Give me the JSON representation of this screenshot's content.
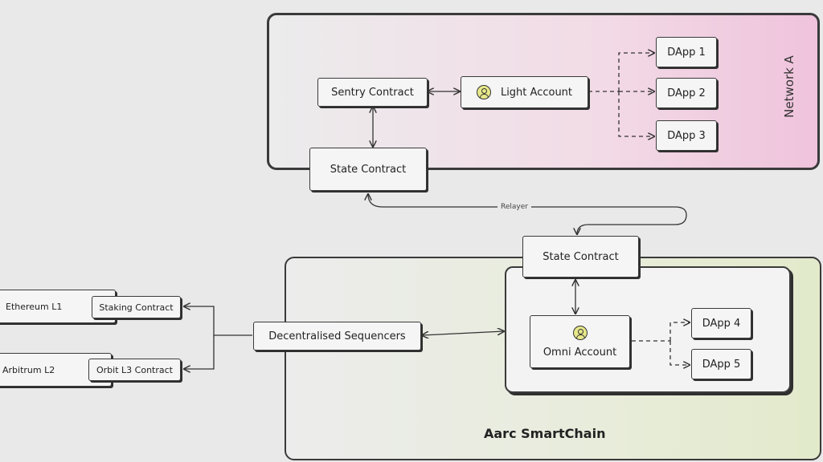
{
  "network_a": {
    "label": "Network A",
    "sentry_contract": "Sentry Contract",
    "light_account": "Light Account",
    "state_contract": "State Contract",
    "dapps": [
      "DApp 1",
      "DApp 2",
      "DApp 3"
    ]
  },
  "relayer": "Relayer",
  "smartchain": {
    "label": "Aarc SmartChain",
    "state_contract": "State Contract",
    "omni_account": "Omni Account",
    "dapps": [
      "DApp 4",
      "DApp 5"
    ],
    "sequencers": "Decentralised Sequencers"
  },
  "external": {
    "ethereum": {
      "chain": "Ethereum L1",
      "contract": "Staking Contract"
    },
    "arbitrum": {
      "chain": "Arbitrum L2",
      "contract": "Orbit L3 Contract"
    }
  },
  "colors": {
    "network_a_accent": "#efc3dc",
    "smartchain_accent": "#e2eacb",
    "user_icon": "#e7e88a"
  }
}
